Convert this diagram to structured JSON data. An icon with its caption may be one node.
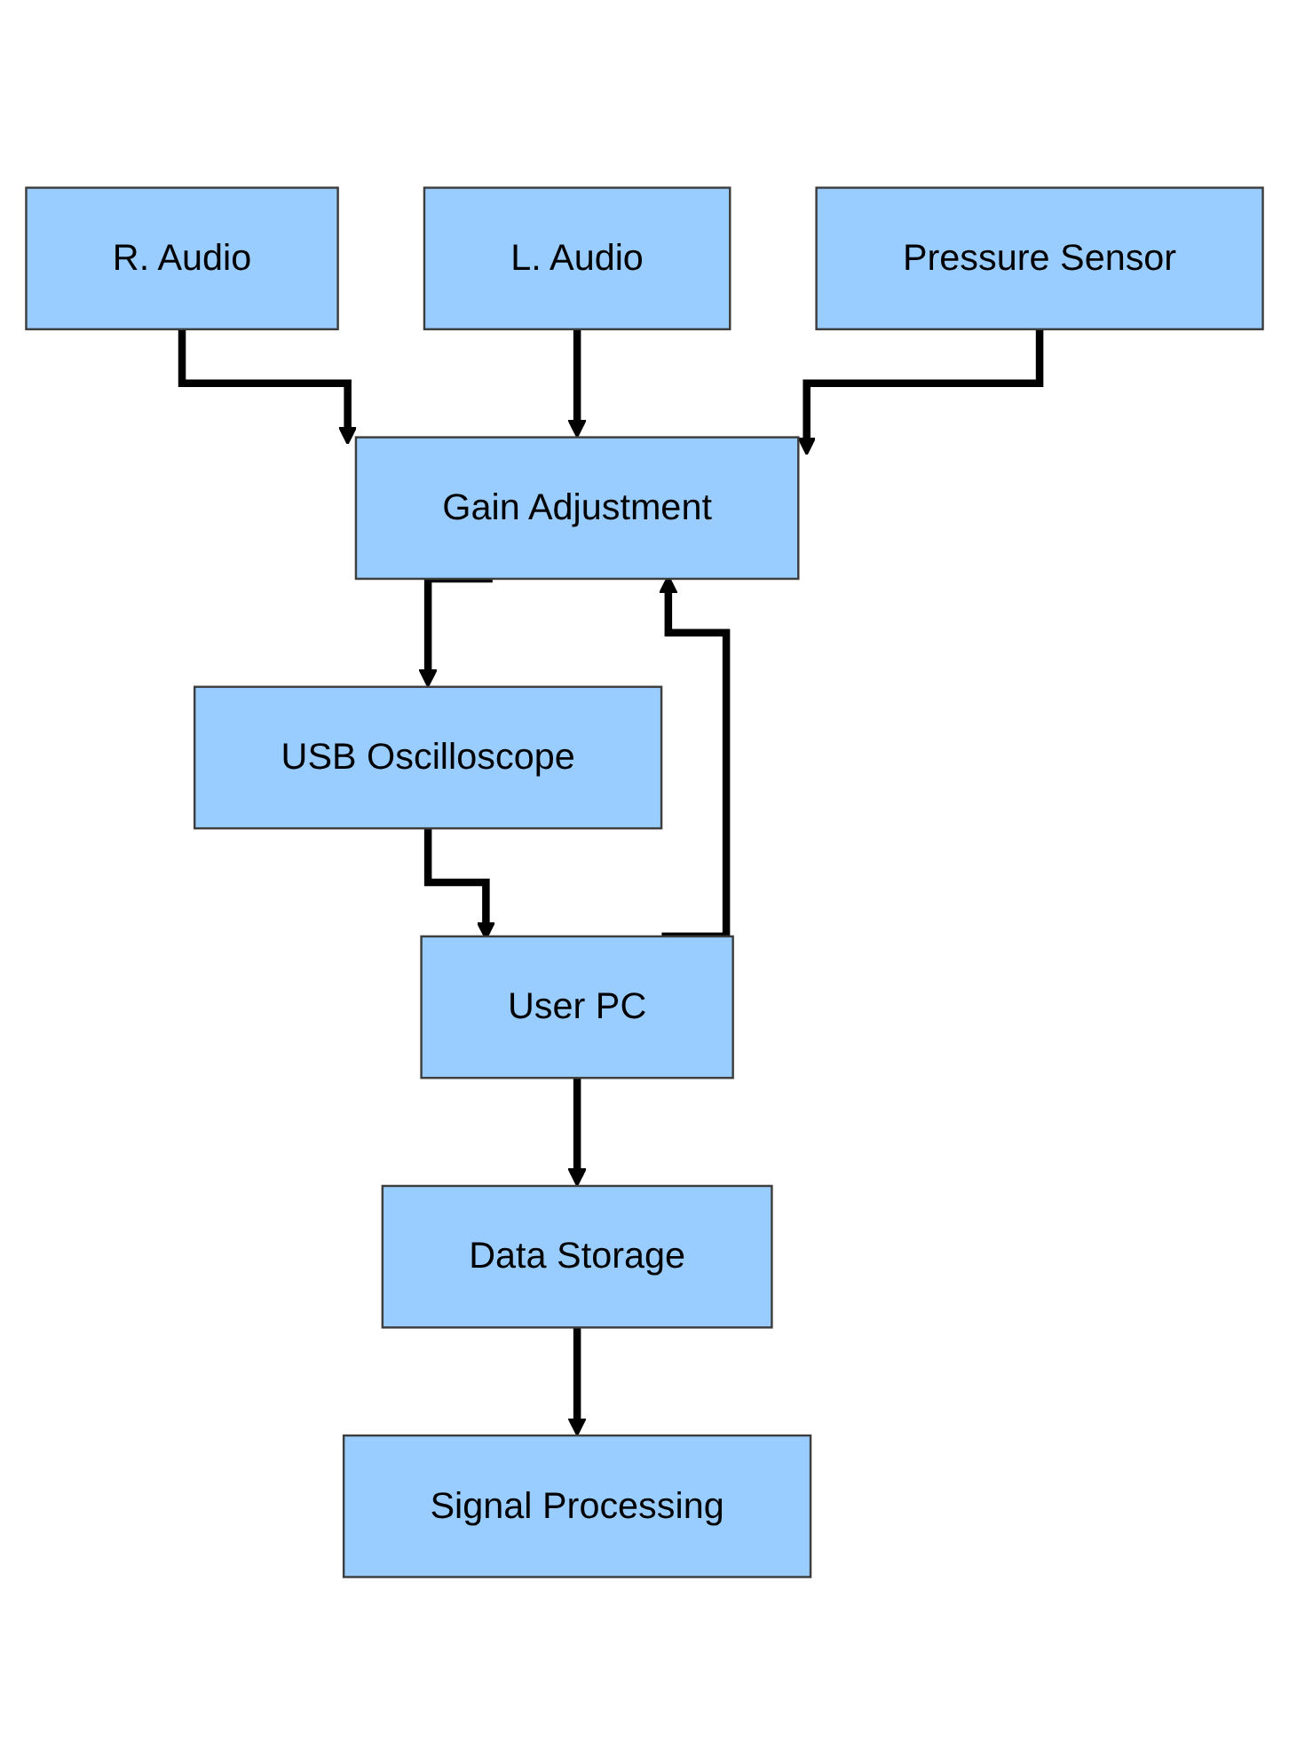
{
  "diagram": {
    "nodes": [
      {
        "text": [
          "R. Audio"
        ]
      },
      {
        "text": [
          "L. Audio"
        ]
      },
      {
        "text": [
          "Pressure Sensor"
        ]
      },
      {
        "text": [
          "Gain Adjustment"
        ]
      },
      {
        "text": [
          "USB Oscilloscope"
        ]
      },
      {
        "text": [
          "User PC"
        ]
      },
      {
        "text": [
          "Data Storage"
        ]
      },
      {
        "text": [
          "Signal Processing"
        ]
      }
    ],
    "edges": [
      {
        "from": 0,
        "to": 3,
        "arrow": "to"
      },
      {
        "from": 1,
        "to": 3,
        "arrow": "to"
      },
      {
        "from": 2,
        "to": 3,
        "arrow": "to"
      },
      {
        "from": 3,
        "to": 4,
        "arrow": "to"
      },
      {
        "from": 4,
        "to": 5,
        "arrow": "to"
      },
      {
        "from": 5,
        "to": 3,
        "arrow": "to"
      },
      {
        "from": 5,
        "to": 6,
        "arrow": "to"
      },
      {
        "from": 6,
        "to": 7,
        "arrow": "to"
      }
    ]
  }
}
